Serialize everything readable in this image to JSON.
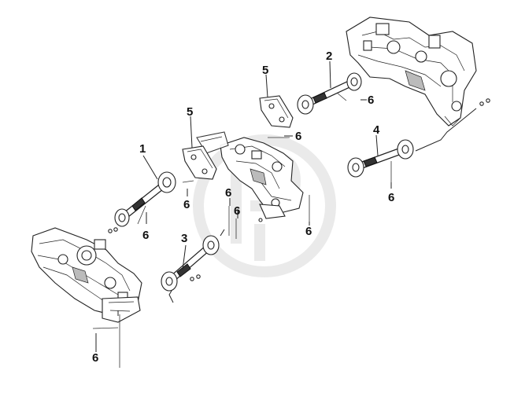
{
  "callouts": {
    "c1": "1",
    "c2": "2",
    "c3": "3",
    "c4": "4",
    "c5a": "5",
    "c5b": "5",
    "c6a": "6",
    "c6b": "6",
    "c6c": "6",
    "c6d": "6",
    "c6e": "6",
    "c6f": "6",
    "c6g": "6",
    "c6h": "6",
    "c6i": "6"
  },
  "colors": {
    "line": "#222222",
    "background": "#ffffff",
    "watermark": "#d9d9d9"
  }
}
